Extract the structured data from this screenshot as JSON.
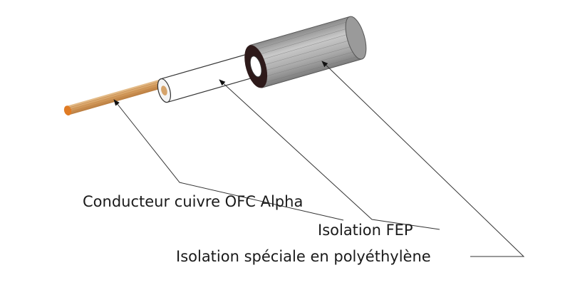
{
  "labels": {
    "conductor": "Conducteur cuivre OFC Alpha",
    "fep_insulation": "Isolation FEP",
    "pe_insulation": "Isolation spéciale en polyéthylène"
  },
  "colors": {
    "copper": "#d9a467",
    "copper_tip": "#e07b24",
    "fep": "#ffffff",
    "pe_jacket": "#b8b8b8",
    "pe_core": "#2e1a1a",
    "leader": "#333333",
    "text": "#1a1a1a"
  }
}
